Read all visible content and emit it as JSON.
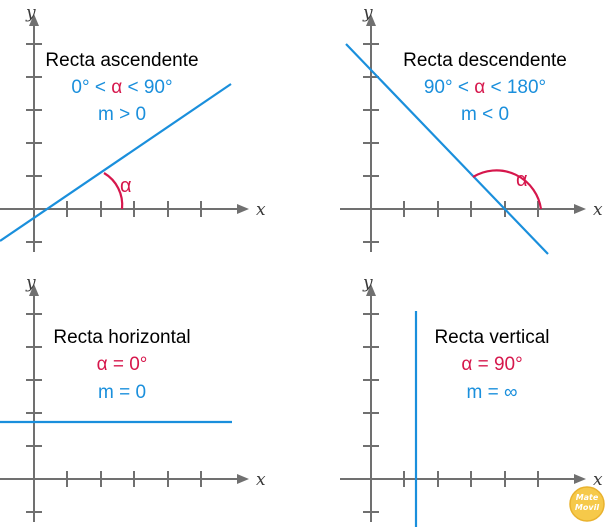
{
  "axes": {
    "x_label": "x",
    "y_label": "y"
  },
  "panels": [
    {
      "title": "Recta ascendente",
      "angle_label": "α",
      "cond_parts": [
        "0° < ",
        "α",
        " < 90°"
      ],
      "slope": "m > 0"
    },
    {
      "title": "Recta descendente",
      "angle_label": "α",
      "cond_parts": [
        "90° < ",
        "α",
        " < 180°"
      ],
      "slope": "m < 0"
    },
    {
      "title": "Recta horizontal",
      "cond_parts": [
        "",
        "α",
        " = 0°"
      ],
      "slope": "m = 0"
    },
    {
      "title": "Recta vertical",
      "cond_parts": [
        "",
        "α",
        " = 90°"
      ],
      "slope": "m = ∞"
    }
  ],
  "logo": {
    "line1": "Mate",
    "line2": "Movil"
  },
  "colors": {
    "line": "#1a8fdc",
    "angle": "#d6174c",
    "axis": "#707070"
  }
}
